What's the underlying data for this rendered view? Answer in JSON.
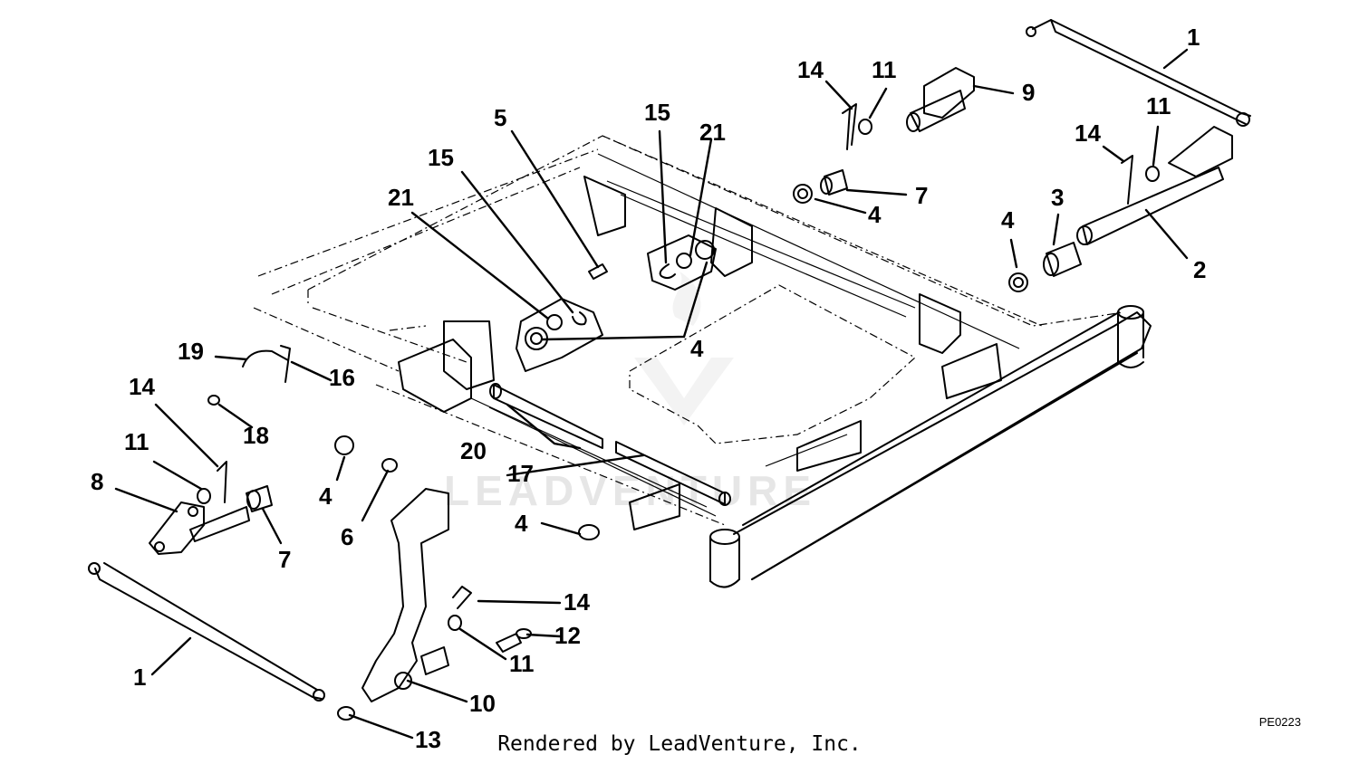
{
  "watermark": {
    "text": "LEADVENTURE",
    "icon": "leadventure-logo"
  },
  "page_code": "PE0223",
  "footer": "Rendered by LeadVenture, Inc.",
  "callouts": [
    "1",
    "1",
    "2",
    "3",
    "4",
    "4",
    "4",
    "4",
    "4",
    "5",
    "6",
    "7",
    "7",
    "8",
    "9",
    "10",
    "11",
    "11",
    "11",
    "11",
    "12",
    "13",
    "14",
    "14",
    "14",
    "14",
    "15",
    "15",
    "16",
    "17",
    "18",
    "19",
    "20",
    "21",
    "21"
  ]
}
